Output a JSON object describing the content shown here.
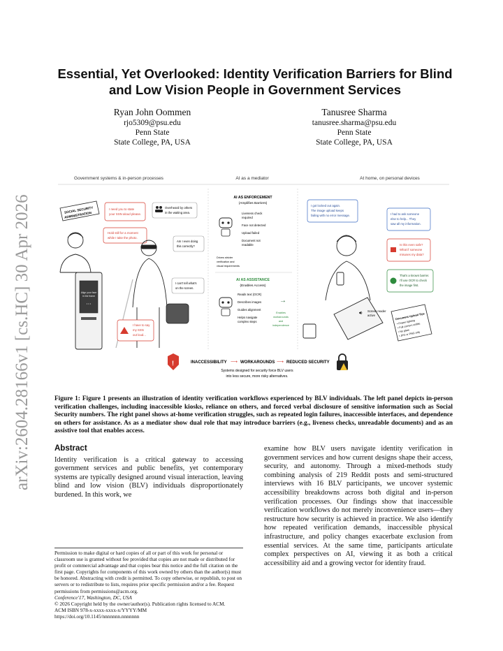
{
  "arxiv_stamp": "arXiv:2604.28166v1  [cs.HC]  30 Apr 2026",
  "title_line1": "Essential, Yet Overlooked: Identity Verification Barriers for Blind",
  "title_line2": "and Low Vision People in Government Services",
  "authors": [
    {
      "name": "Ryan John Oommen",
      "email": "rjo5309@psu.edu",
      "affiliation": "Penn State",
      "location": "State College, PA, USA"
    },
    {
      "name": "Tanusree Sharma",
      "email": "tanusree.sharma@psu.edu",
      "affiliation": "Penn State",
      "location": "State College, PA, USA"
    }
  ],
  "figure": {
    "panel_left_title": "Government systems & in-person processes",
    "panel_mid_title": "AI as a mediator",
    "panel_right_title": "At home, on personal devices",
    "office_sign_l1": "SOCIAL SECURITY",
    "office_sign_l2": "ADMINISTRATION",
    "bubble_state_ssn_l1": "I need you to state",
    "bubble_state_ssn_l2": "your SSN aloud please.",
    "bubble_hold_l1": "Hold still for a moment",
    "bubble_hold_l2": "while I take the photo.",
    "bubble_overheard_l1": "Overheard by others",
    "bubble_overheard_l2": "in the waiting area.",
    "bubble_correct_l1": "Am I even doing",
    "bubble_correct_l2": "this correctly?",
    "bubble_cant_tell_l1": "I can't tell what's",
    "bubble_cant_tell_l2": "on the screen.",
    "kiosk_l1": "Align your face",
    "kiosk_l2": "in the frame",
    "kiosk_dots": "• • •",
    "bubble_say_ssn_l1": "I have to say",
    "bubble_say_ssn_l2": "my SSN",
    "bubble_say_ssn_l3": "out loud...",
    "enforcement_title": "AI AS ENFORCEMENT",
    "enforcement_sub": "(Amplifies Barriers)",
    "enforcement_items": [
      "Liveness check",
      "required",
      "Face not detected",
      "Upload failed",
      "Document not",
      "readable"
    ],
    "drives_l1": "Drives stricter",
    "drives_l2": "verification and",
    "drives_l3": "visual requirements",
    "assistance_title": "AI AS ASSISTANCE",
    "assistance_sub": "(Enables Access)",
    "assistance_items": [
      "Reads text (OCR)",
      "Describes images",
      "Guides alignment",
      "Helps navigate",
      "complex steps"
    ],
    "enables_l1": "Enables",
    "enables_l2": "workarounds",
    "enables_l3": "and",
    "enables_l4": "independence",
    "bubble_locked_l1": "I got locked out again.",
    "bubble_locked_l2": "The image upload keeps",
    "bubble_locked_l3": "failing with no error message.",
    "bubble_ask_l1": "I had to ask someone",
    "bubble_ask_l2": "else to help... They",
    "bubble_ask_l3": "saw all my information.",
    "bubble_safe_l1": "Is this even safe?",
    "bubble_safe_l2": "What if someone",
    "bubble_safe_l3": "misuses my data?",
    "bubble_known_l1": "That's a known barrier.",
    "bubble_known_l2": "I'll use OCR to check",
    "bubble_known_l3": "the image first.",
    "screen_reader_l1": "Screen reader",
    "screen_reader_l2": "active",
    "tips_title": "Document Upload Tips",
    "tips": [
      "• Proper lighting",
      "• Full corners visible",
      "• No glare",
      "• JPG or PNG only"
    ],
    "flow_1": "INACCESSIBILITY",
    "flow_2": "WORKAROUNDS",
    "flow_3": "REDUCED SECURITY",
    "flow_arrow": "⟶",
    "flow_desc_l1": "Systems designed for security force BLV users",
    "flow_desc_l2": "into less secure, more risky alternatives."
  },
  "caption": "Figure 1: Figure 1 presents an illustration of identity verification workflows experienced by BLV individuals. The left panel depicts in-person verification challenges, including inaccessible kiosks, reliance on others, and forced verbal disclosure of sensitive information such as Social Security numbers. The right panel shows at-home verification struggles, such as repeated login failures, inaccessible interfaces, and dependence on others for assistance. As as a mediator show dual role that may introduce barriers (e.g., liveness checks, unreadable documents) and as an assistive tool that enables access.",
  "abstract_heading": "Abstract",
  "abstract_left": "Identity verification is a critical gateway to accessing government services and public benefits, yet contemporary systems are typically designed around visual interaction, leaving blind and low vision (BLV) individuals disproportionately burdened. In this work, we",
  "abstract_right": "examine how BLV users navigate identity verification in government services and how current designs shape their access, security, and autonomy. Through a mixed-methods study combining analysis of 219 Reddit posts and semi-structured interviews with 16 BLV participants, we uncover systemic accessibility breakdowns across both digital and in-person verification processes. Our findings show that inaccessible verification workflows do not merely inconvenience users—they restructure how security is achieved in practice. We also identify how repeated verification demands, inaccessible physical infrastructure, and policy changes exacerbate exclusion from essential services. At the same time, participants articulate complex perspectives on AI, viewing it as both a critical accessibility aid and a growing vector for identity fraud.",
  "permission": "Permission to make digital or hard copies of all or part of this work for personal or classroom use is granted without fee provided that copies are not made or distributed for profit or commercial advantage and that copies bear this notice and the full citation on the first page. Copyrights for components of this work owned by others than the author(s) must be honored. Abstracting with credit is permitted. To copy otherwise, or republish, to post on servers or to redistribute to lists, requires prior specific permission and/or a fee. Request permissions from permissions@acm.org.",
  "conference": "Conference'17, Washington, DC, USA",
  "copyright": "© 2026 Copyright held by the owner/author(s). Publication rights licensed to ACM.",
  "isbn": "ACM ISBN 978-x-xxxx-xxxx-x/YYYY/MM",
  "doi": "https://doi.org/10.1145/nnnnnnn.nnnnnnn",
  "colors": {
    "red": "#d63b2f",
    "green": "#2e8b3d",
    "blue": "#3a6bc4",
    "ink": "#222222"
  }
}
